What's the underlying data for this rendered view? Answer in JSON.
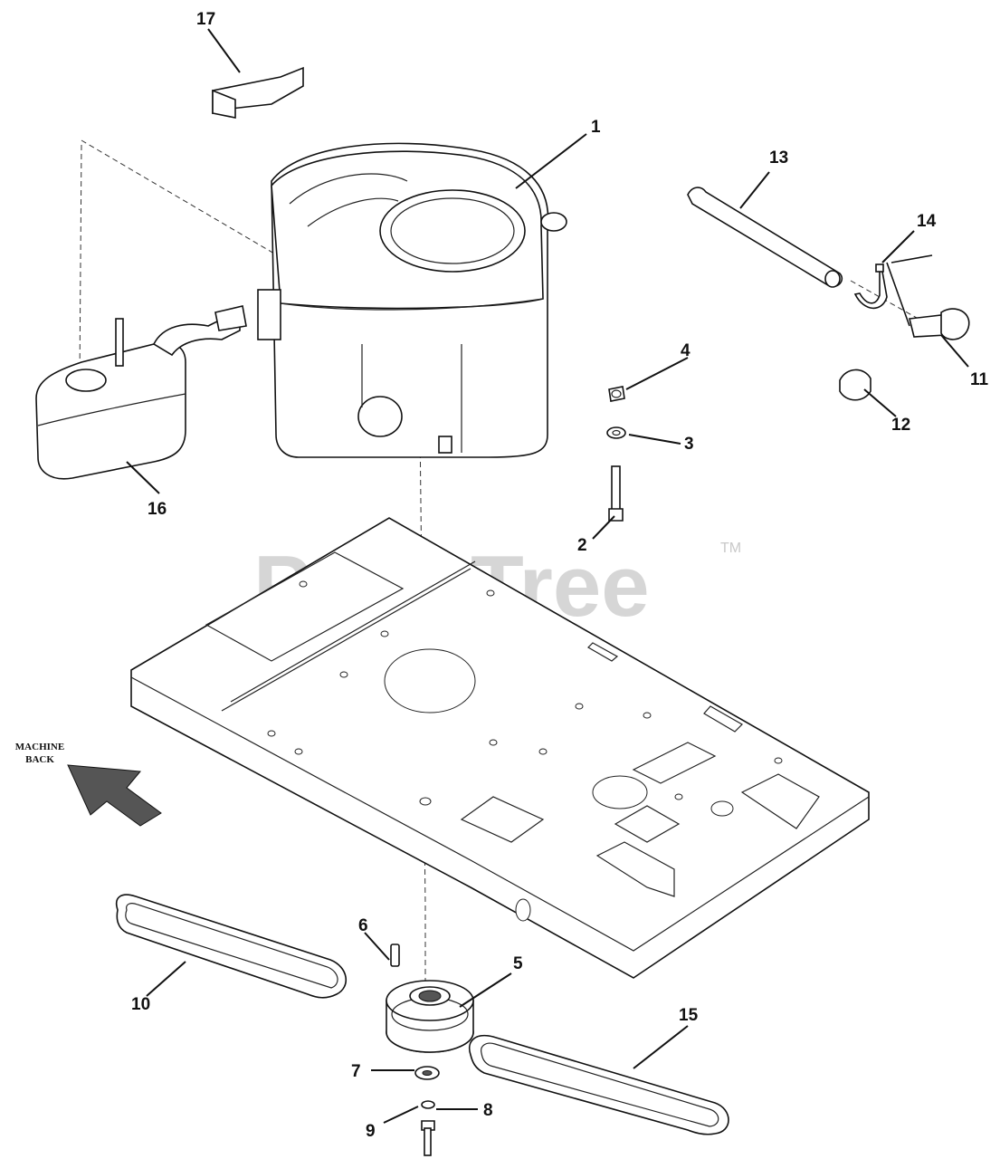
{
  "diagram": {
    "callouts": [
      "1",
      "2",
      "3",
      "4",
      "5",
      "6",
      "7",
      "8",
      "9",
      "10",
      "11",
      "12",
      "13",
      "14",
      "15",
      "16",
      "17"
    ],
    "direction_label_line1": "MACHINE",
    "direction_label_line2": "BACK",
    "watermark": "PartsTree",
    "watermark_tm": "TM"
  }
}
